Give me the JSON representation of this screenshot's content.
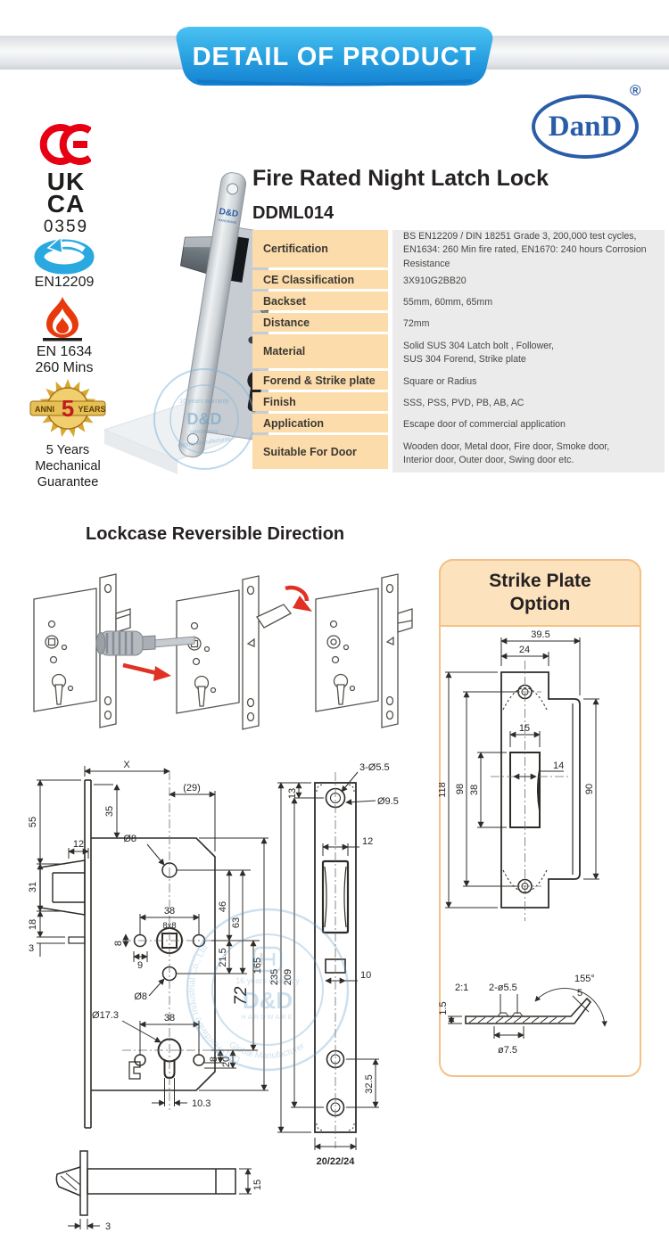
{
  "banner": {
    "title": "DETAIL OF PRODUCT"
  },
  "brand": {
    "name": "DanD",
    "registered": "®"
  },
  "badges": {
    "ukca": {
      "line1": "UK",
      "line2": "CA",
      "code": "0359"
    },
    "en12209": {
      "label": "EN12209"
    },
    "en1634": {
      "line1": "EN 1634",
      "line2": "260 Mins"
    },
    "anniversary": {
      "left": "ANNI",
      "number": "5",
      "right": "YEARS"
    },
    "guarantee_caption": "5 Years\nMechanical\nGuarantee"
  },
  "product": {
    "title": "Fire Rated Night Latch Lock",
    "model": "DDML014"
  },
  "faceplate_logo": {
    "brand": "D&D",
    "sub": "HARDWARE"
  },
  "watermark": {
    "ring": "D&D Hardware Industrial Co., Ltd",
    "warranty": "16 years warranty",
    "brand": "D&D",
    "sub": "HARDWARE",
    "tagline": "Global Manufacturer"
  },
  "spec_table": {
    "rows": [
      {
        "label": "Certification",
        "value": "BS EN12209 / DIN 18251 Grade 3, 200,000 test cycles,\nEN1634: 260 Min fire rated, EN1670: 240 hours Corrosion Resistance"
      },
      {
        "label": "CE Classification",
        "value": "3X910G2BB20"
      },
      {
        "label": "Backset",
        "value": "55mm, 60mm, 65mm"
      },
      {
        "label": "Distance",
        "value": "72mm"
      },
      {
        "label": "Material",
        "value": "Solid SUS 304 Latch bolt , Follower,\nSUS 304 Forend, Strike plate"
      },
      {
        "label": "Forend & Strike plate",
        "value": "Square or Radius"
      },
      {
        "label": "Finish",
        "value": "SSS, PSS, PVD, PB, AB, AC"
      },
      {
        "label": "Application",
        "value": "Escape door of commercial application"
      },
      {
        "label": "Suitable For Door",
        "value": "Wooden door, Metal door, Fire door, Smoke door,\nInterior door, Outer door, Swing door etc."
      }
    ]
  },
  "sections": {
    "lockcase": "Lockcase Reversible Direction",
    "strike_plate": "Strike Plate\nOption"
  },
  "drawings": {
    "lockcase": {
      "x": "X",
      "d29": "(29)",
      "d35": "35",
      "d55": "55",
      "d12": "12",
      "d31": "31",
      "d18": "18",
      "d3": "3",
      "dia8_top": "Ø8",
      "d38_top": "38",
      "d8x8": "8x8",
      "d8_left": "8",
      "d9": "9",
      "dia8_bot": "Ø8",
      "d46": "46",
      "d63": "63",
      "d21_5": "21.5",
      "d72": "72",
      "d165": "165",
      "dia17_3": "Ø17.3",
      "d38_bot": "38",
      "d8_right": "8",
      "d20": "20",
      "d10_3": "10.3"
    },
    "sideview": {
      "d15": "15",
      "d3": "3"
    },
    "faceplate": {
      "d13": "13",
      "holes3": "3-Ø5.5",
      "dia9_5": "Ø9.5",
      "d12": "12",
      "d10": "10",
      "d235": "235",
      "d209": "209",
      "d32_5": "32.5",
      "widths": "20/22/24"
    },
    "strike": {
      "d39_5": "39.5",
      "d24": "24",
      "d15": "15",
      "d38": "38",
      "d14": "14",
      "d98": "98",
      "d118": "118",
      "d90": "90"
    },
    "section": {
      "scale": "2:1",
      "angle": "155°",
      "d5": "5",
      "d1_5": "1.5",
      "holes2": "2-ø5.5",
      "dia7_5": "ø7.5"
    }
  },
  "colors": {
    "ribbon_blue": "#2da8e6",
    "brand_blue": "#2a5da8",
    "ce_red": "#e60012",
    "flame_red": "#e8380d",
    "en12209_blue": "#2aa9e1",
    "table_label_bg": "#fbdcaa",
    "table_value_bg": "#ebebeb",
    "panel_border": "#f3c186",
    "panel_header_bg": "#fce3bd"
  }
}
